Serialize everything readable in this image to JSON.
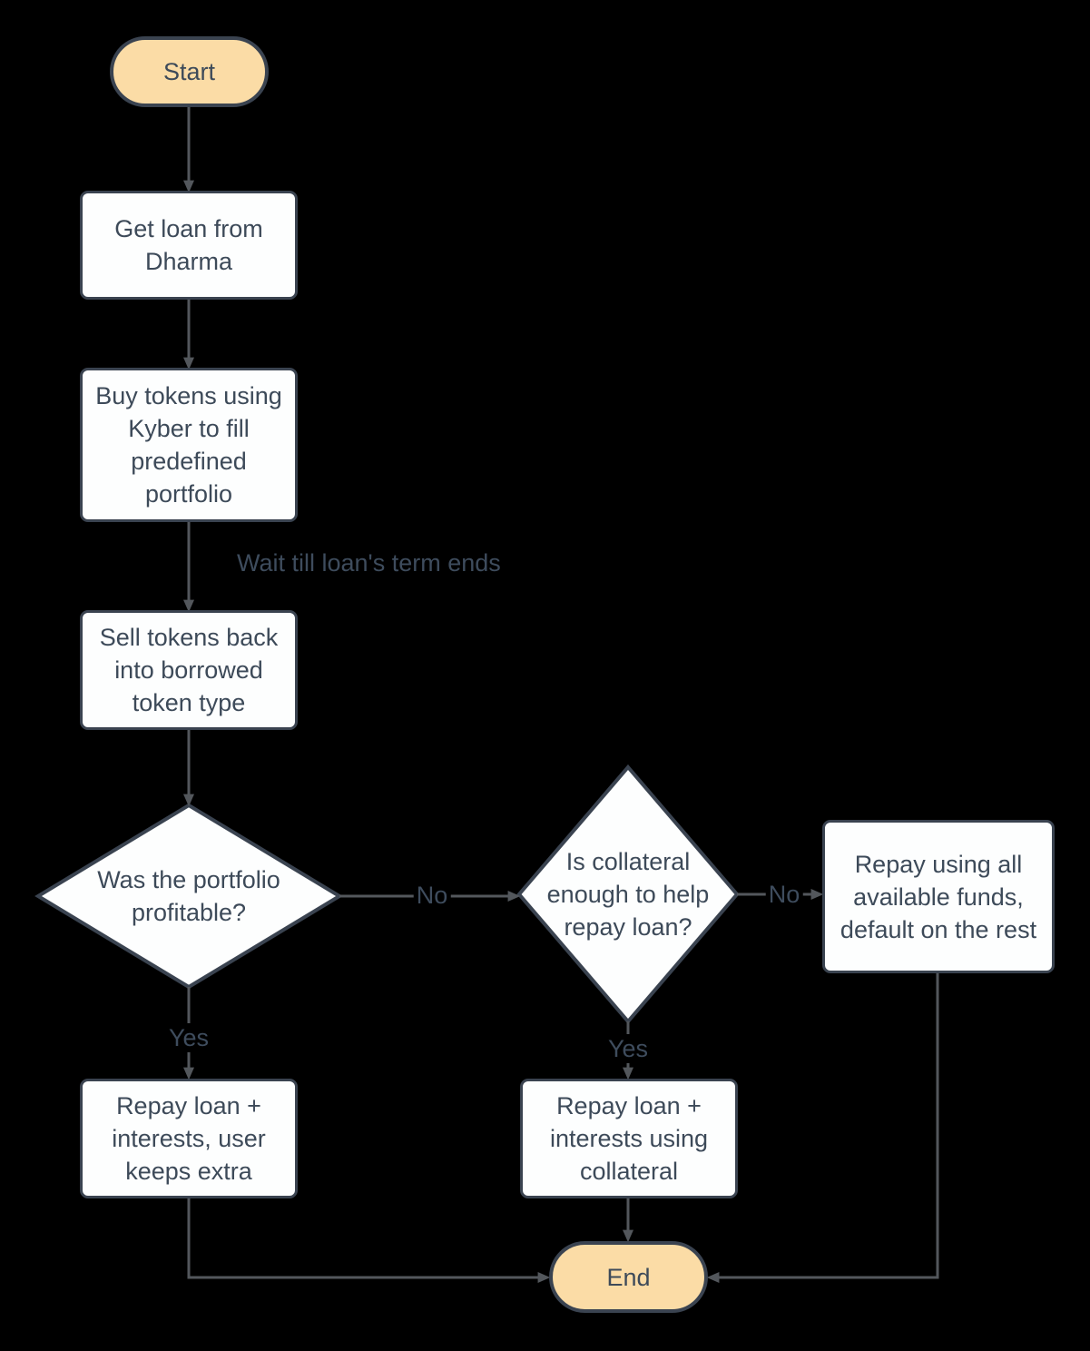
{
  "colors": {
    "background": "#000000",
    "node_fill": "#fdfefe",
    "terminal_fill": "#fbdca6",
    "node_border": "#3a4350",
    "node_text": "#3d4a59",
    "edge_line": "#53575c",
    "edge_label_text": "#3e4c5d"
  },
  "nodes": {
    "start": {
      "label": "Start"
    },
    "get_loan": {
      "label": "Get loan from Dharma"
    },
    "buy_tokens": {
      "label": "Buy tokens using Kyber to fill predefined portfolio"
    },
    "sell_tokens": {
      "label": "Sell tokens back into borrowed token type"
    },
    "portfolio_profitable": {
      "label": "Was the portfolio profitable?"
    },
    "collateral_enough": {
      "label": "Is collateral enough to help repay loan?"
    },
    "repay_all_funds": {
      "label": "Repay using all available funds, default on the rest"
    },
    "repay_keep_extra": {
      "label": "Repay loan + interests, user keeps extra"
    },
    "repay_with_collateral": {
      "label": "Repay loan + interests using collateral"
    },
    "end": {
      "label": "End"
    }
  },
  "edge_labels": {
    "wait": "Wait till loan's term ends",
    "profitable_no": "No",
    "profitable_yes": "Yes",
    "collateral_no": "No",
    "collateral_yes": "Yes"
  }
}
